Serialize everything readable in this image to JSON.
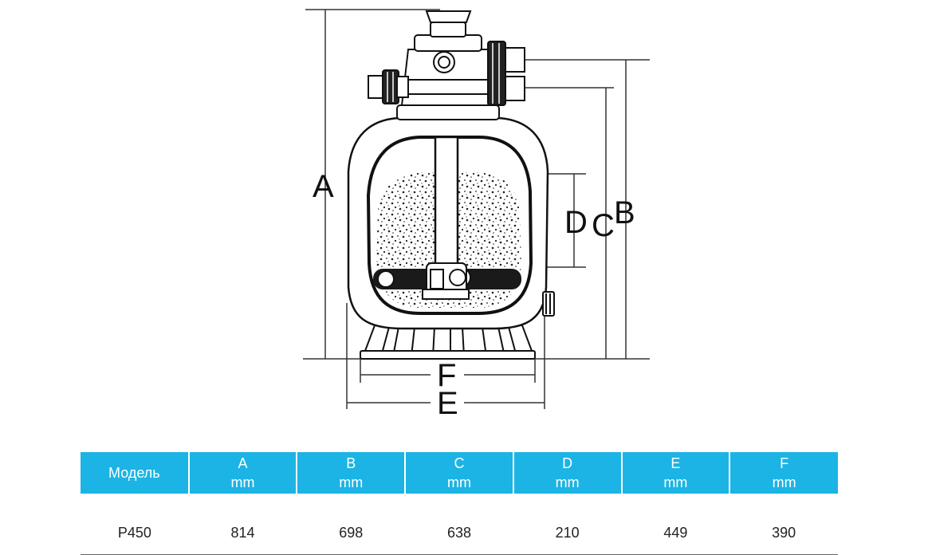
{
  "diagram": {
    "dimension_labels": {
      "a": "A",
      "b": "B",
      "c": "C",
      "d": "D",
      "e": "E",
      "f": "F"
    }
  },
  "table": {
    "headers": [
      {
        "name": "Модель",
        "unit": ""
      },
      {
        "name": "A",
        "unit": "mm"
      },
      {
        "name": "B",
        "unit": "mm"
      },
      {
        "name": "C",
        "unit": "mm"
      },
      {
        "name": "D",
        "unit": "mm"
      },
      {
        "name": "E",
        "unit": "mm"
      },
      {
        "name": "F",
        "unit": "mm"
      }
    ],
    "rows": [
      [
        "P450",
        "814",
        "698",
        "638",
        "210",
        "449",
        "390"
      ]
    ]
  },
  "colors": {
    "header_bg": "#1cb4e4",
    "header_text": "#ffffff",
    "line": "#111111"
  }
}
